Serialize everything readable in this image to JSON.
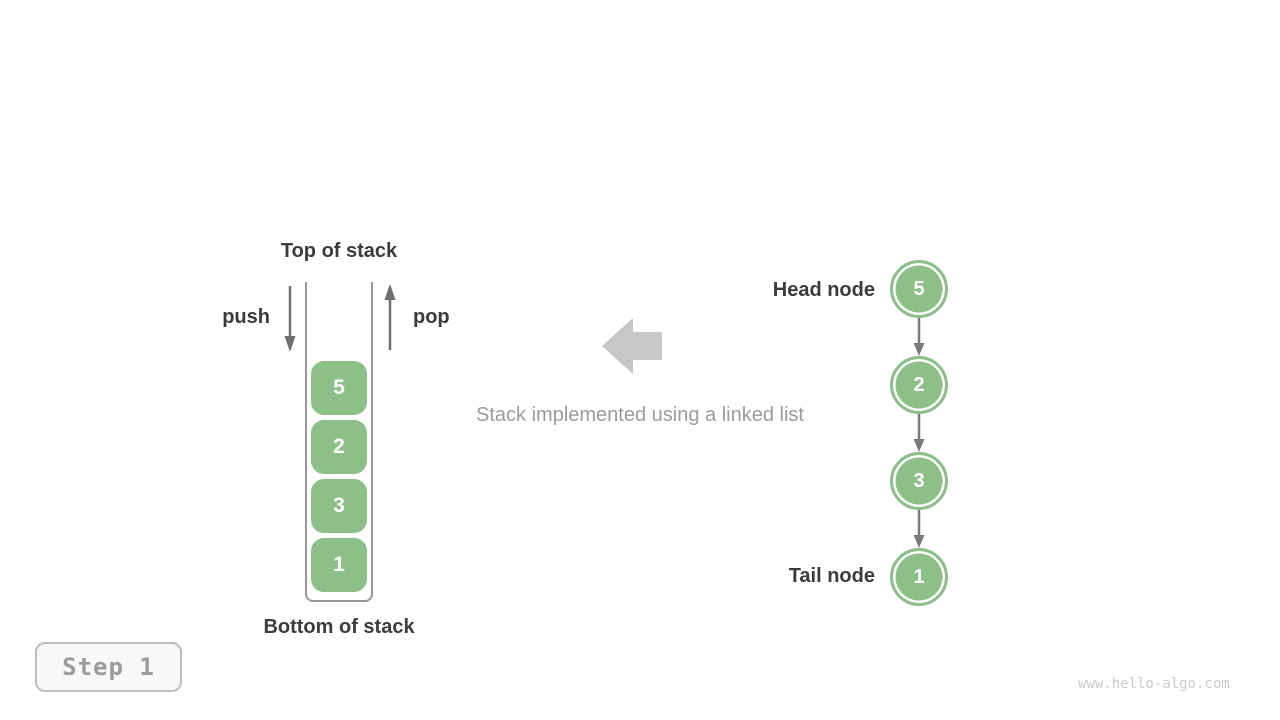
{
  "diagram_title": "Stack implemented using a linked list",
  "colors": {
    "node_green": "#8dbf88",
    "dark_text": "#3c3c3c",
    "gray_text": "#9b9b9b",
    "big_arrow_gray": "#c6c6c6",
    "small_arrow_gray": "#6f6f6f",
    "container_border": "#979797",
    "badge_border": "#bdbdbd",
    "watermark_gray": "#cbcbcb"
  },
  "icons": {
    "push_arrow": "arrow-down",
    "pop_arrow": "arrow-up",
    "big_arrow": "block-arrow-left",
    "link_arrow": "arrow-down"
  },
  "stack": {
    "top_label": "Top of stack",
    "bottom_label": "Bottom of stack",
    "push_label": "push",
    "pop_label": "pop",
    "values": [
      "5",
      "2",
      "3",
      "1"
    ]
  },
  "center": {
    "caption": "Stack implemented using a linked list"
  },
  "linked_list": {
    "head_label": "Head node",
    "tail_label": "Tail node",
    "nodes": [
      {
        "value": "5"
      },
      {
        "value": "2"
      },
      {
        "value": "3"
      },
      {
        "value": "1"
      }
    ]
  },
  "footer": {
    "step_label": "Step 1",
    "watermark": "www.hello-algo.com"
  }
}
